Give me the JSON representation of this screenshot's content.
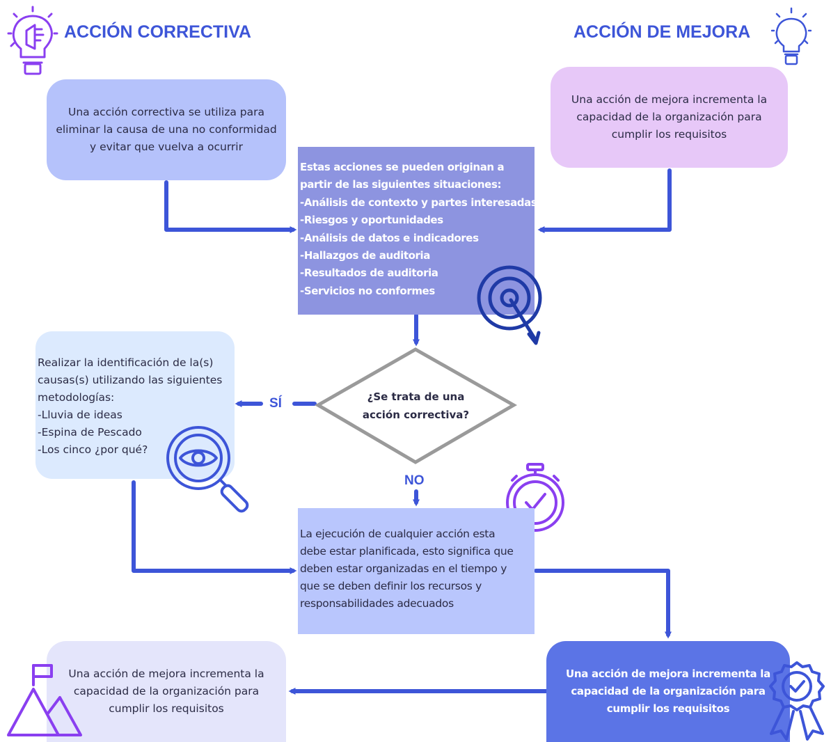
{
  "header": {
    "left_title": "ACCIÓN CORRECTIVA",
    "right_title": "ACCIÓN DE MEJORA"
  },
  "boxes": {
    "correctiva": [
      "Una acción correctiva se utiliza para",
      "eliminar la causa de una no conformidad",
      "y evitar que vuelva a ocurrir"
    ],
    "mejora_top": [
      "Una acción de mejora incrementa la",
      "capacidad de la organización para",
      "cumplir los requisitos"
    ],
    "situaciones": [
      "Estas acciones se pueden originan a",
      "partir de las siguientes situaciones:",
      "-Análisis de contexto y partes interesadas",
      "-Riesgos y oportunidades",
      "-Análisis de datos e indicadores",
      "-Hallazgos de auditoria",
      "-Resultados de auditoria",
      "-Servicios no conformes"
    ],
    "decision": [
      "¿Se trata de una",
      "acción correctiva?"
    ],
    "causas": [
      "Realizar la identificación de la(s)",
      "causas(s) utilizando las siguientes",
      "metodologías:",
      "-Lluvia de ideas",
      "-Espina de Pescado",
      "-Los cinco ¿por qué?"
    ],
    "ejecucion": [
      "La ejecución de cualquier acción esta",
      "debe estar planificada, esto significa que",
      "deben estar organizadas en el tiempo y",
      "que se deben definir los recursos y",
      "responsabilidades adecuados"
    ],
    "mejora_bottom_right": [
      "Una acción de mejora incrementa la",
      "capacidad de la organización para",
      "cumplir los requisitos"
    ],
    "mejora_bottom_left": [
      "Una acción de mejora incrementa la",
      "capacidad de la organización para",
      "cumplir los requisitos"
    ]
  },
  "labels": {
    "yes": "SÍ",
    "no": "NO"
  },
  "icons": [
    "lightbulb-icon",
    "lightbulb-outline-icon",
    "target-icon",
    "magnifier-eye-icon",
    "stopwatch-icon",
    "award-badge-icon",
    "mountain-flag-icon"
  ],
  "colors": {
    "accent": "#3d55d8",
    "box_blue_light": "#b5c2fb",
    "box_lilac": "#e7c8f8",
    "box_indigo": "#8d94e0",
    "box_sky": "#dceafe",
    "box_blue_mid": "#b9c6fd",
    "box_royal": "#5b74e6",
    "box_lavender": "#e4e5fb",
    "purple": "#8a3ff0"
  }
}
